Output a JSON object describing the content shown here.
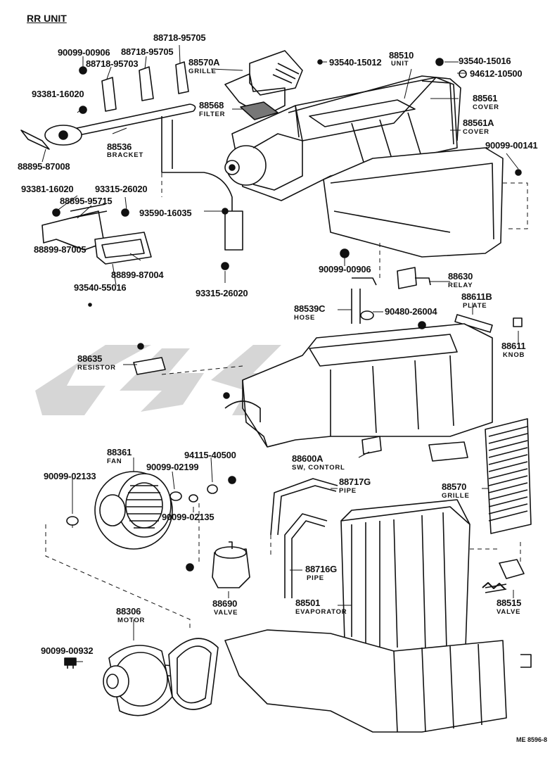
{
  "title": "RR UNIT",
  "reference": "ME 8596-8",
  "parts": [
    {
      "num": "90099-00906"
    },
    {
      "num": "88718-95703"
    },
    {
      "num": "88718-95705"
    },
    {
      "num": "88718-95705"
    },
    {
      "num": "88570A",
      "name": "GRILLE"
    },
    {
      "num": "93540-15012"
    },
    {
      "num": "88510",
      "name": "UNIT"
    },
    {
      "num": "93540-15016"
    },
    {
      "num": "94612-10500"
    },
    {
      "num": "93381-16020"
    },
    {
      "num": "88568",
      "name": "FILTER"
    },
    {
      "num": "88561",
      "name": "COVER"
    },
    {
      "num": "88561A",
      "name": "COVER"
    },
    {
      "num": "88536",
      "name": "BRACKET"
    },
    {
      "num": "90099-00141"
    },
    {
      "num": "88895-87008"
    },
    {
      "num": "93381-16020"
    },
    {
      "num": "93315-26020"
    },
    {
      "num": "88895-95715"
    },
    {
      "num": "93590-16035"
    },
    {
      "num": "88899-87005"
    },
    {
      "num": "88899-87004"
    },
    {
      "num": "93540-55016"
    },
    {
      "num": "93315-26020"
    },
    {
      "num": "90099-00906"
    },
    {
      "num": "88630",
      "name": "RELAY"
    },
    {
      "num": "88539C",
      "name": "HOSE"
    },
    {
      "num": "90480-26004"
    },
    {
      "num": "88611B",
      "name": "PLATE"
    },
    {
      "num": "88611",
      "name": "KNOB"
    },
    {
      "num": "88635",
      "name": "RESISTOR"
    },
    {
      "num": "88600A",
      "name": "SW, CONTORL"
    },
    {
      "num": "88361",
      "name": "FAN"
    },
    {
      "num": "94115-40500"
    },
    {
      "num": "90099-02199"
    },
    {
      "num": "90099-02133"
    },
    {
      "num": "90099-02135"
    },
    {
      "num": "88717G",
      "name": "PIPE"
    },
    {
      "num": "88570",
      "name": "GRILLE"
    },
    {
      "num": "88716G",
      "name": "PIPE"
    },
    {
      "num": "88690",
      "name": "VALVE"
    },
    {
      "num": "88501",
      "name": "EVAPORATOR"
    },
    {
      "num": "88515",
      "name": "VALVE"
    },
    {
      "num": "88306",
      "name": "MOTOR"
    },
    {
      "num": "90099-00932"
    }
  ]
}
